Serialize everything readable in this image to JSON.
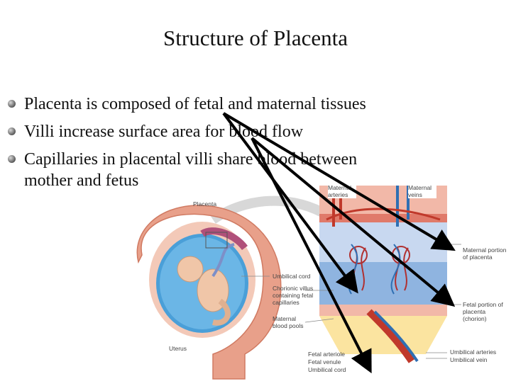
{
  "slide": {
    "title": "Structure of Placenta",
    "bullets": [
      "Placenta is composed of fetal and maternal tissues",
      "Villi increase surface area for blood flow",
      "Capillaries in placental villi share blood between",
      "mother and fetus"
    ]
  },
  "figure": {
    "labels": {
      "placenta": "Placenta",
      "umbilical_cord": "Umbilical cord",
      "chorionic_villus": "Chorionic villus containing fetal capillaries",
      "maternal_blood_pools": "Maternal blood pools",
      "uterus": "Uterus",
      "maternal_arteries": "Maternal arteries",
      "maternal_veins": "Maternal veins",
      "maternal_portion": "Maternal portion of placenta",
      "fetal_portion": "Fetal portion of placenta (chorion)",
      "fetal_arteriole": "Fetal arteriole",
      "fetal_venule": "Fetal venule",
      "umbilical_cord_2": "Umbilical cord",
      "umbilical_arteries": "Umbilical arteries",
      "umbilical_vein": "Umbilical vein"
    },
    "colors": {
      "maternal_blood": "#c0392b",
      "fetal_blood": "#2f6fb3",
      "uterus_wall": "#e8a08a",
      "amniotic_fluid": "#4a9fd8",
      "pointer_arrow": "#000000"
    }
  }
}
